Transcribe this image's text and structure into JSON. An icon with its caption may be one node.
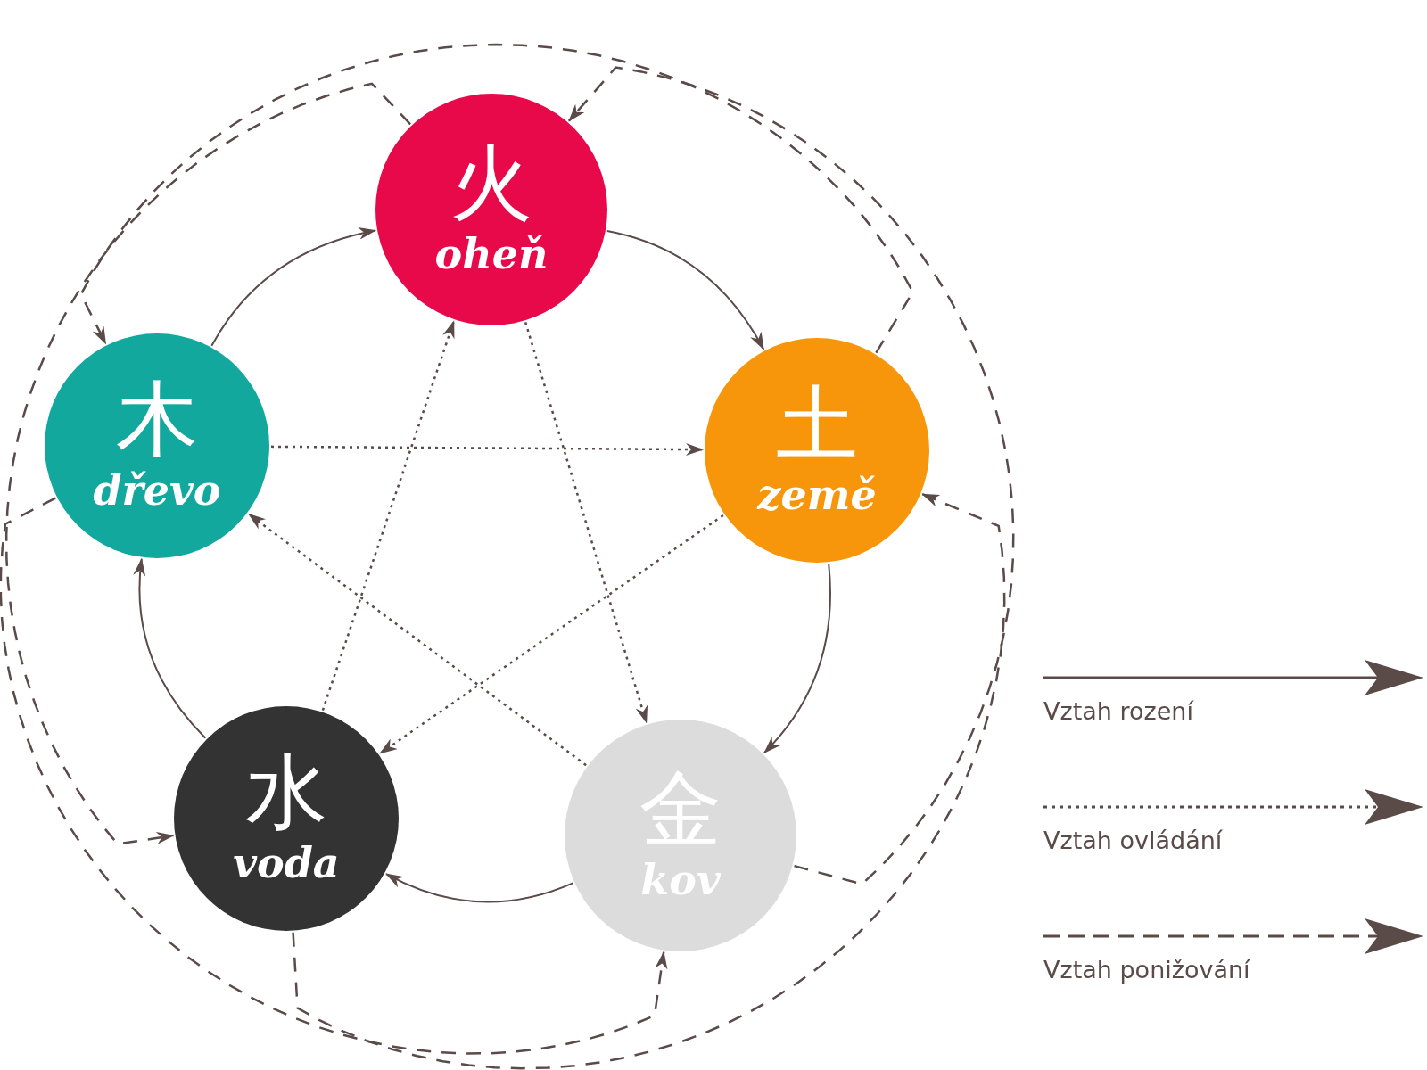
{
  "diagram": {
    "nodes": [
      {
        "text": [
          "火",
          "oheň"
        ]
      },
      {
        "text": [
          "木",
          "dřevo"
        ]
      },
      {
        "text": [
          "土",
          "země"
        ]
      },
      {
        "text": [
          "水",
          "voda"
        ]
      },
      {
        "text": [
          "金",
          "kov"
        ]
      }
    ],
    "edges": [
      {
        "from": 1,
        "to": 0,
        "arrow": "to"
      },
      {
        "from": 0,
        "to": 2,
        "arrow": "to"
      },
      {
        "from": 2,
        "to": 4,
        "arrow": "to"
      },
      {
        "from": 4,
        "to": 3,
        "arrow": "to"
      },
      {
        "from": 3,
        "to": 1,
        "arrow": "to"
      },
      {
        "from": 1,
        "to": 2,
        "arrow": "to",
        "style": "dashed"
      },
      {
        "from": 2,
        "to": 3,
        "arrow": "to",
        "style": "dashed"
      },
      {
        "from": 3,
        "to": 0,
        "arrow": "to",
        "style": "dashed"
      },
      {
        "from": 0,
        "to": 4,
        "arrow": "to",
        "style": "dashed"
      },
      {
        "from": 4,
        "to": 1,
        "arrow": "to",
        "style": "dashed"
      },
      {
        "from": 2,
        "to": 1,
        "arrow": "to",
        "style": "dashed"
      },
      {
        "from": 3,
        "to": 2,
        "arrow": "to",
        "style": "dashed"
      },
      {
        "from": 0,
        "to": 3,
        "arrow": "to",
        "style": "dashed"
      },
      {
        "from": 4,
        "to": 0,
        "arrow": "to",
        "style": "dashed"
      },
      {
        "from": 1,
        "to": 4,
        "arrow": "to",
        "style": "dashed"
      }
    ],
    "legend": [
      {
        "text": "Vztah rození"
      },
      {
        "text": "Vztah ovládání"
      },
      {
        "text": "Vztah ponižování"
      }
    ]
  }
}
